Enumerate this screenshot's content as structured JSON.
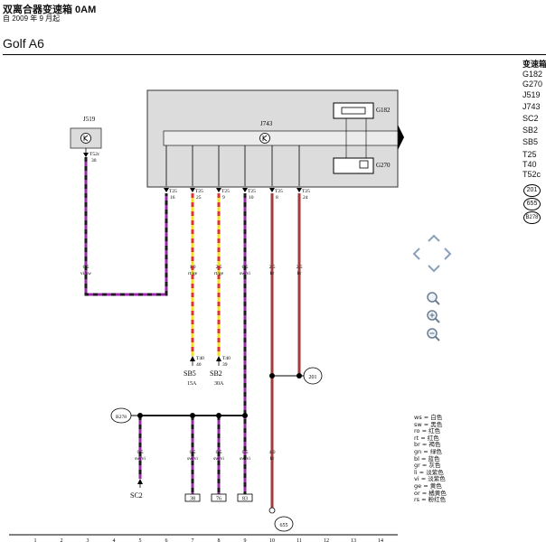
{
  "header": {
    "title": "双离合器变速箱 0AM",
    "subtitle": "自 2009 年 9 月起",
    "model": "Golf A6"
  },
  "legend_panel": {
    "heading": "变速箱",
    "items": [
      "G182",
      "G270",
      "J519",
      "J743",
      "SC2",
      "SB2",
      "SB5",
      "T25",
      "T40",
      "T52c"
    ],
    "circles": [
      "201",
      "655",
      "B278"
    ]
  },
  "components": {
    "j519": {
      "label": "J519"
    },
    "j743": {
      "label": "J743"
    },
    "g182": {
      "label": "G182"
    },
    "g270": {
      "label": "G270"
    },
    "t52c": {
      "label": "T52c",
      "pin": "30"
    }
  },
  "connectors": [
    {
      "conn": "T25",
      "pin": "16"
    },
    {
      "conn": "T25",
      "pin": "25"
    },
    {
      "conn": "T25",
      "pin": "9"
    },
    {
      "conn": "T25",
      "pin": "10"
    },
    {
      "conn": "T25",
      "pin": "8"
    },
    {
      "conn": "T25",
      "pin": "24"
    }
  ],
  "wire_specs": [
    {
      "size": "0.5",
      "color": "vi/sw"
    },
    {
      "size": "1.0",
      "color": "rt/ge"
    },
    {
      "size": "2.5",
      "color": "rt/ge"
    },
    {
      "size": "0.5",
      "color": "sw/vi"
    },
    {
      "size": "2.5",
      "color": "br"
    },
    {
      "size": "2.5",
      "color": "br"
    }
  ],
  "fuses": [
    {
      "conn": "T40",
      "pin": "40",
      "label": "SB5",
      "amp": "15A"
    },
    {
      "conn": "T40",
      "pin": "39",
      "label": "SB2",
      "amp": "30A"
    }
  ],
  "lower_specs": [
    {
      "size": "0.5",
      "color": "sw/vi"
    },
    {
      "size": "0.5",
      "color": "sw/vi"
    },
    {
      "size": "0.5",
      "color": "sw/vi"
    },
    {
      "size": "0.5",
      "color": "sw/vi"
    },
    {
      "size": "4.0",
      "color": "br"
    }
  ],
  "ground_points": {
    "sc2": "SC2",
    "b278": "B278",
    "p201": "201",
    "p655": "655"
  },
  "ref_boxes": [
    "38",
    "76",
    "83"
  ],
  "colors": {
    "violet_black": [
      "#9a2aa8",
      "#1a1a1a"
    ],
    "red_yellow": [
      "#e03030",
      "#f2e020"
    ],
    "brown": "#a43a3a",
    "component_fill": "#dcdcdc"
  },
  "color_key": [
    "ws = 白色",
    "sw = 黑色",
    "ro = 红色",
    "rt = 红色",
    "br = 褐色",
    "gn = 绿色",
    "bl = 蓝色",
    "gr = 灰色",
    "li = 淡紫色",
    "vi = 淡紫色",
    "ge = 黄色",
    "or = 橘黄色",
    "rs = 粉红色"
  ],
  "ruler": [
    "1",
    "2",
    "3",
    "4",
    "5",
    "6",
    "7",
    "8",
    "9",
    "10",
    "11",
    "12",
    "13",
    "14"
  ],
  "navigation": {
    "pan": [
      "up",
      "left",
      "right",
      "down"
    ],
    "zoom": [
      "zoom-out",
      "zoom-in",
      "zoom-reset"
    ]
  }
}
